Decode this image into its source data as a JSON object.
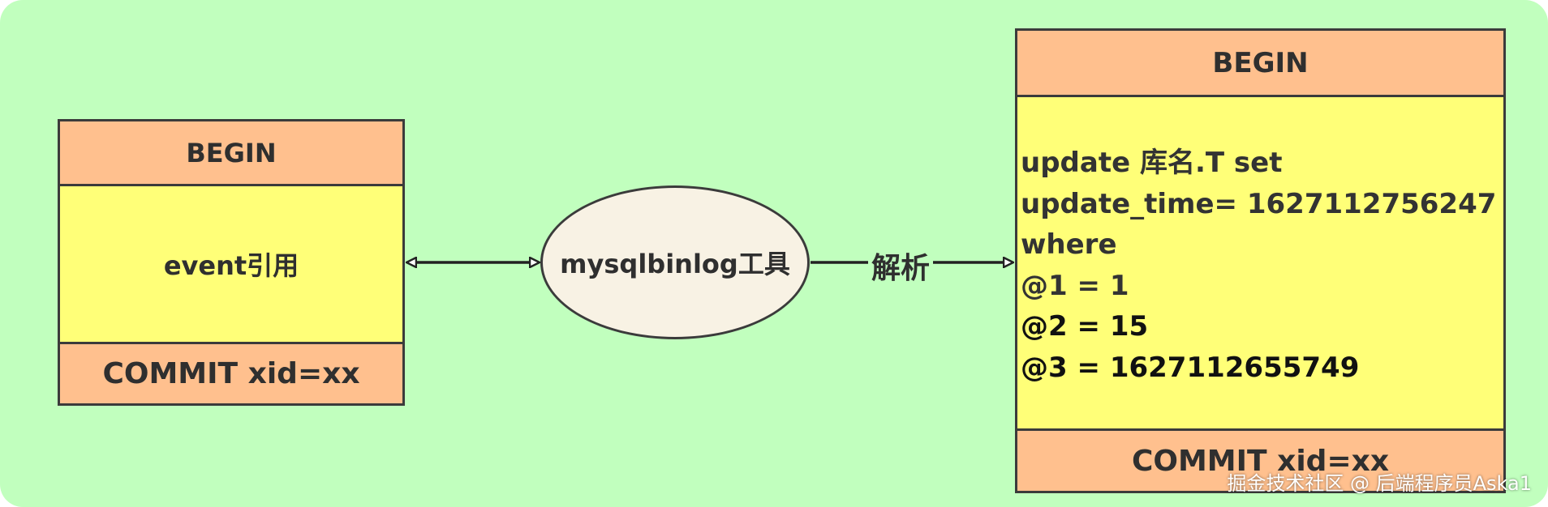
{
  "left_box": {
    "header": "BEGIN",
    "body": "event引用",
    "footer": "COMMIT xid=xx"
  },
  "tool": {
    "label": "mysqlbinlog工具"
  },
  "arrow_label": "解析",
  "right_box": {
    "header": "BEGIN",
    "lines": [
      "update 库名.T set",
      "update_time= 1627112756247",
      "where",
      "@1 = 1",
      "@2 = 15",
      "@3 = 1627112655749"
    ],
    "footer": "COMMIT xid=xx"
  },
  "watermark": "掘金技术社区 @ 后端程序员Aska1",
  "colors": {
    "background": "#c1ffbe",
    "section_orange": "#ffc08e",
    "section_yellow": "#ffff78",
    "ellipse_fill": "#f8f2e4"
  }
}
